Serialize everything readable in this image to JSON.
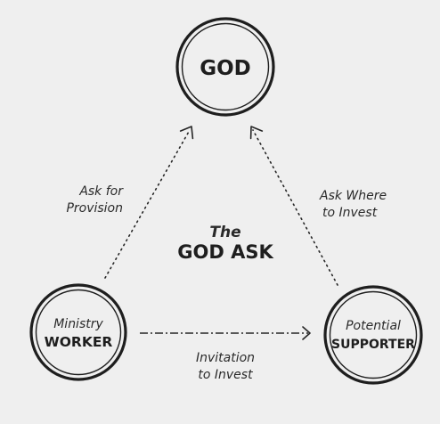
{
  "nodes": {
    "god": {
      "label": "GOD"
    },
    "worker": {
      "line1": "Ministry",
      "line2": "WORKER"
    },
    "supporter": {
      "line1": "Potential",
      "line2": "SUPPORTER"
    }
  },
  "center": {
    "line1": "The",
    "line2": "GOD ASK"
  },
  "edges": {
    "worker_to_god": {
      "line1": "Ask for",
      "line2": "Provision"
    },
    "supporter_to_god": {
      "line1": "Ask Where",
      "line2": "to Invest"
    },
    "worker_to_supporter": {
      "line1": "Invitation",
      "line2": "to Invest"
    }
  },
  "colors": {
    "background": "#efefef",
    "ink": "#1e1e1e"
  }
}
